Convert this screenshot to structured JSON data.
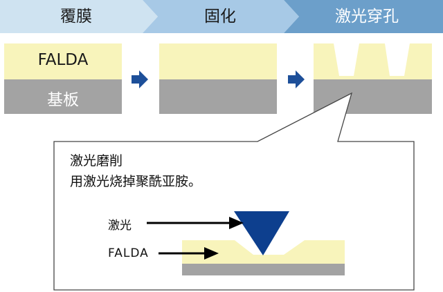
{
  "process": {
    "steps": [
      {
        "label": "覆膜"
      },
      {
        "label": "固化"
      },
      {
        "label": "激光穿孔"
      }
    ]
  },
  "layers": {
    "film_label": "FALDA",
    "substrate_label": "基板"
  },
  "callout": {
    "title": "激光磨削",
    "description": "用激光烧掉聚酰亚胺。"
  },
  "detail": {
    "laser_label": "激光",
    "film_label": "FALDA"
  },
  "colors": {
    "step1": "#cfe3f1",
    "step2": "#a7c9e6",
    "step3": "#6c9fca",
    "film": "#f8f4bb",
    "substrate": "#a3a3a3",
    "arrow": "#1d4f99",
    "laser": "#0d3f8e"
  }
}
